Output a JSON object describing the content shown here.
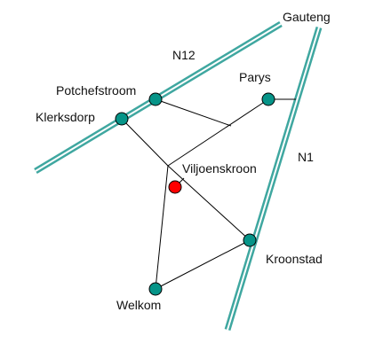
{
  "colors": {
    "background": "#ffffff",
    "highway": "#3fa7a0",
    "road": "#000000",
    "town": "#069488",
    "town_stroke": "#000000",
    "highlight": "#ff0000"
  },
  "icons": {
    "town": "teal-circle-marker",
    "highlight": "red-circle-marker"
  },
  "highways": {
    "n12": "N12",
    "n1": "N1",
    "gauteng": "Gauteng"
  },
  "towns": {
    "potchefstroom": "Potchefstroom",
    "klerksdorp": "Klerksdorp",
    "parys": "Parys",
    "viljoenskroon": "Viljoenskroon",
    "kroonstad": "Kroonstad",
    "welkom": "Welkom"
  }
}
